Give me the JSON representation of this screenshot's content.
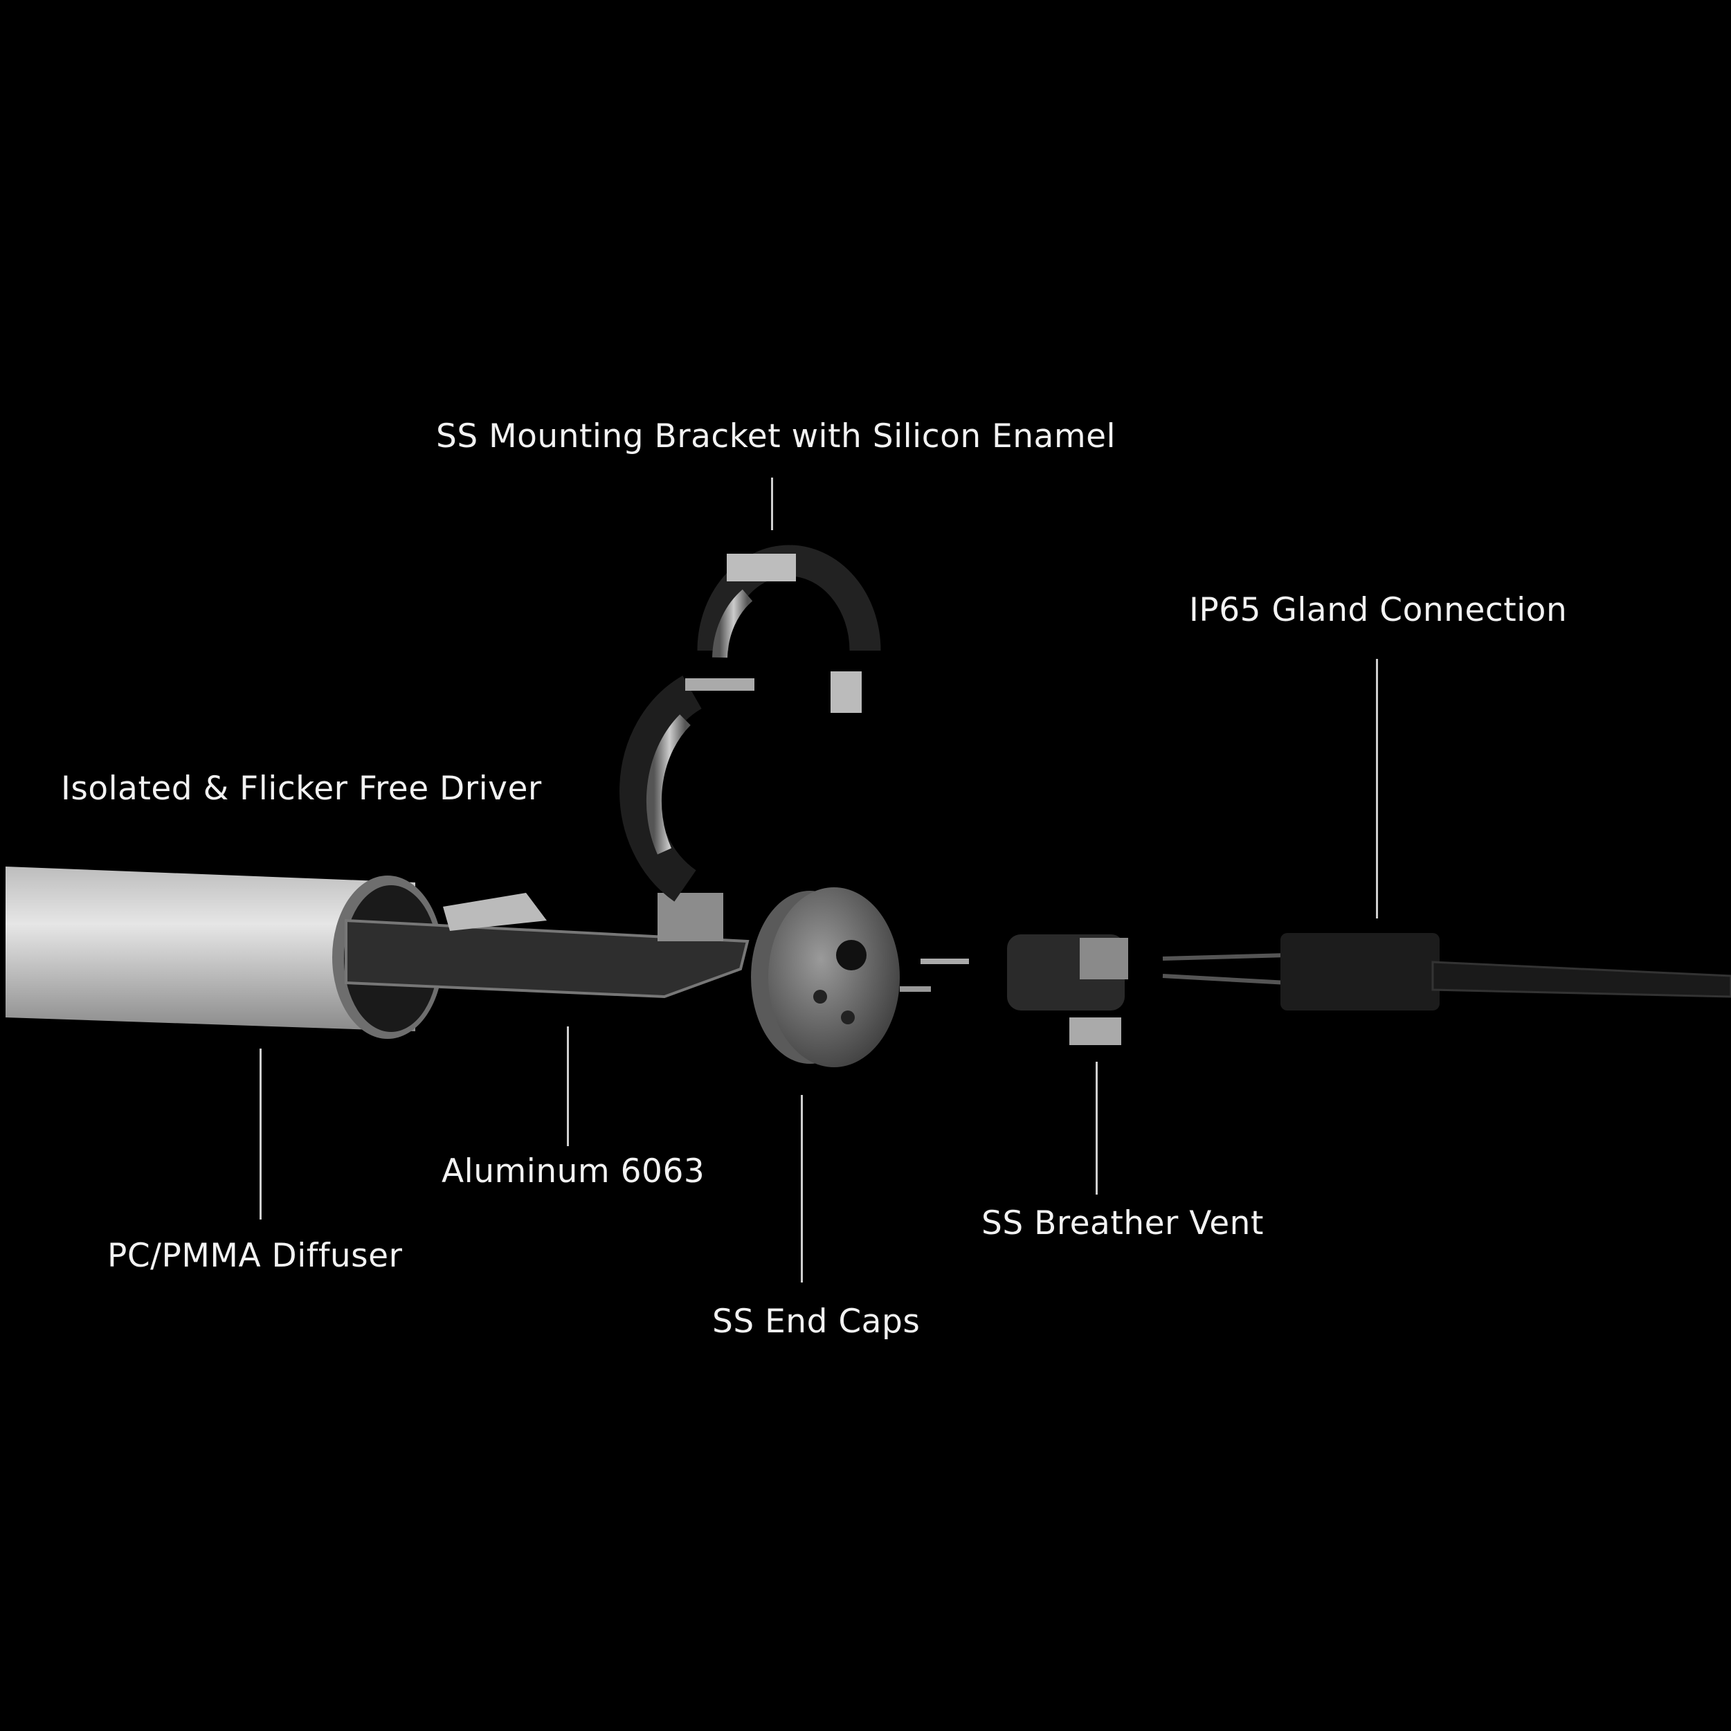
{
  "labels": {
    "mounting_bracket": "SS Mounting Bracket with Silicon Enamel",
    "gland": "IP65 Gland Connection",
    "driver": "Isolated & Flicker Free Driver",
    "aluminum": "Aluminum 6063",
    "diffuser": "PC/PMMA Diffuser",
    "end_caps": "SS End Caps",
    "breather_vent": "SS Breather Vent"
  }
}
